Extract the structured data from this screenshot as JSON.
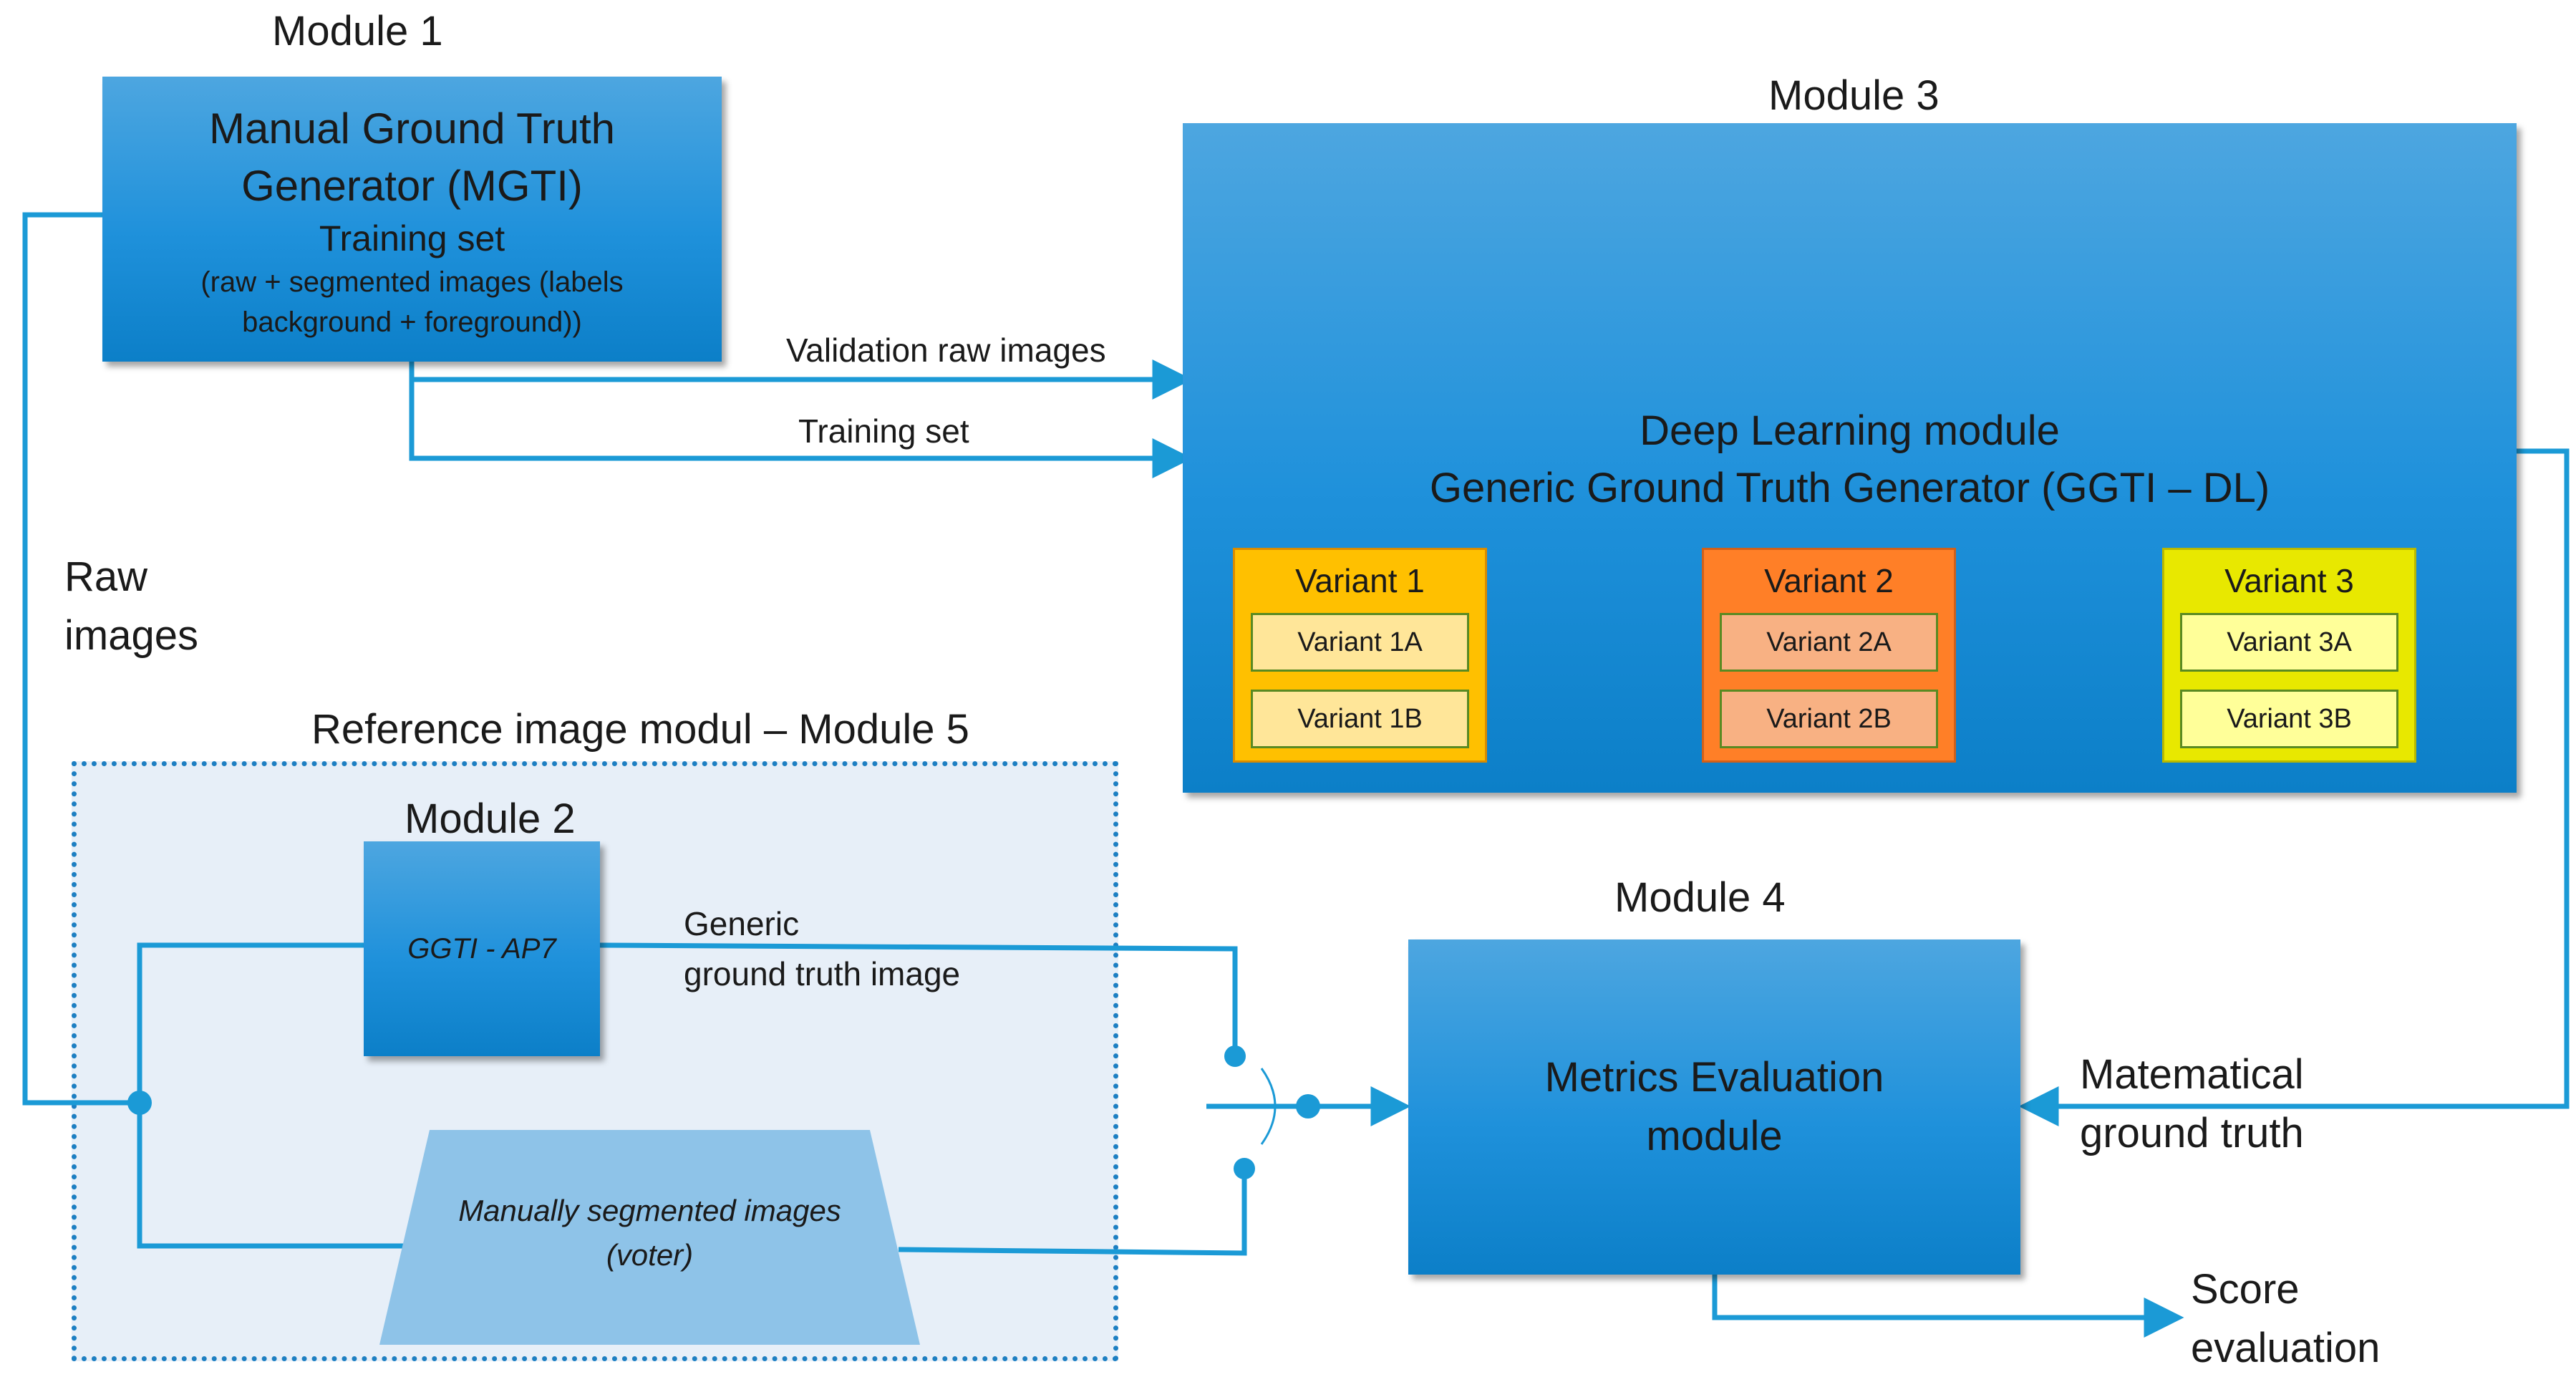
{
  "modules": {
    "m1_label": "Module 1",
    "m2_label": "Module 2",
    "m3_label": "Module 3",
    "m4_label": "Module 4",
    "m5_label": "Reference image modul – Module 5"
  },
  "mgti": {
    "title_line1": "Manual Ground Truth",
    "title_line2": "Generator (MGTI)",
    "subtitle": "Training set",
    "note_line1": "(raw + segmented images (labels",
    "note_line2": "background + foreground))"
  },
  "dl": {
    "title_line1": "Deep Learning module",
    "title_line2": "Generic Ground Truth Generator (GGTI – DL)",
    "variants": [
      {
        "title": "Variant 1",
        "subs": [
          "Variant 1A",
          "Variant 1B"
        ],
        "color": "#ffc000",
        "sub_color": "#ffe699"
      },
      {
        "title": "Variant 2",
        "subs": [
          "Variant 2A",
          "Variant 2B"
        ],
        "color": "#ff7f27",
        "sub_color": "#f8b183"
      },
      {
        "title": "Variant 3",
        "subs": [
          "Variant 3A",
          "Variant 3B"
        ],
        "color": "#e8e800",
        "sub_color": "#ffff99"
      }
    ]
  },
  "ggti_ap7": {
    "label": "GGTI - AP7"
  },
  "manual_seg": {
    "line1": "Manually segmented images",
    "line2": "(voter)"
  },
  "metrics": {
    "line1": "Metrics Evaluation",
    "line2": "module"
  },
  "edges": {
    "validation_raw": "Validation raw images",
    "training_set": "Training set",
    "raw_images_line1": "Raw",
    "raw_images_line2": "images",
    "generic_gt_line1": "Generic",
    "generic_gt_line2": "ground truth image",
    "math_gt_line1": "Matematical",
    "math_gt_line2": "ground truth",
    "score_line1": "Score",
    "score_line2": "evaluation"
  },
  "colors": {
    "line": "#1b9ad6",
    "box": "#1f91db",
    "region_fill": "#e7eff8",
    "trapezoid": "#8ec3e8"
  }
}
